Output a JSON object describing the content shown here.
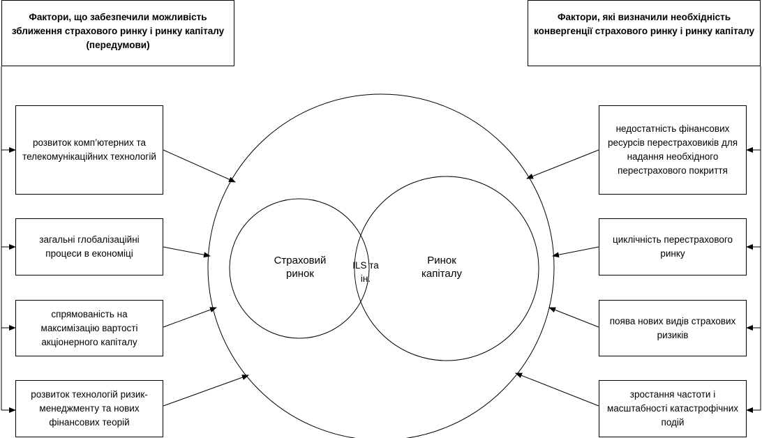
{
  "left_header": "Фактори, що забезпечили можливість зближення страхового ринку і ринку капіталу (передумови)",
  "right_header": "Фактори, які визначили необхідність конвергенції страхового ринку і ринку капіталу",
  "left_factors": [
    "розвиток комп’ютерних та телекомунікаційних технологій",
    "загальні глобалізаційні процеси в економіці",
    "спрямованість на максимізацію вартості акціонерного капіталу",
    "розвиток технологій ризик-менеджменту та нових фінансових теорій"
  ],
  "right_factors": [
    "недостатність фінансових ресурсів перестраховиків для надання необхідного перестрахового покриття",
    "циклічність перестрахового ринку",
    "поява нових видів страхових ризиків",
    "зростання частоти і масштабності катастрофічних подій"
  ],
  "center": {
    "insurance_market": "Страховий ринок",
    "capital_market": "Ринок капіталу",
    "overlap": "ILS та ін."
  }
}
